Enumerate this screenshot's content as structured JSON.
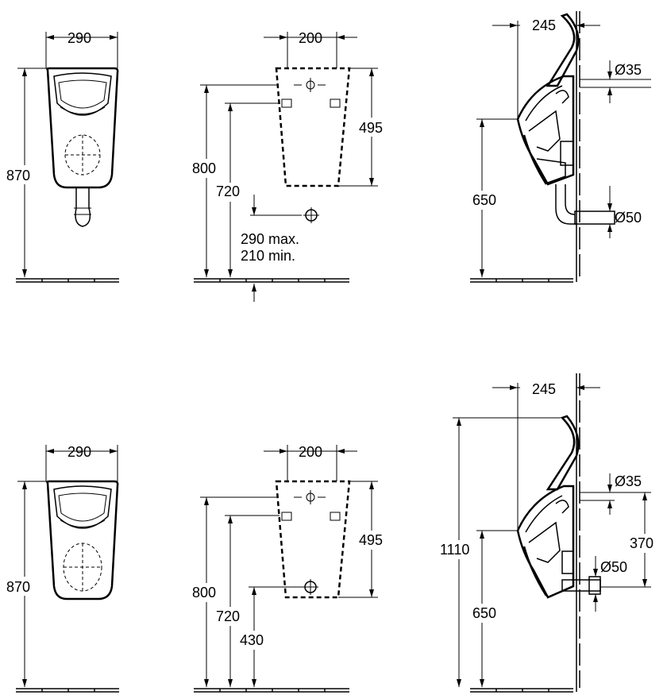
{
  "top": {
    "front": {
      "width": "290",
      "height": "870"
    },
    "rear": {
      "width": "200",
      "outer_height": "800",
      "bracket_height": "720",
      "cistern_height": "495",
      "inlet_max": "290 max.",
      "inlet_min": "210 min."
    },
    "side": {
      "projection": "245",
      "inlet_diameter": "Ø35",
      "rim_height": "650",
      "outlet_diameter": "Ø50"
    }
  },
  "bottom": {
    "front": {
      "width": "290",
      "height": "870"
    },
    "rear": {
      "width": "200",
      "outer_height": "800",
      "bracket_height": "720",
      "cistern_height": "495",
      "outlet_height": "430"
    },
    "side": {
      "projection": "245",
      "inlet_diameter": "Ø35",
      "overall_height": "1110",
      "inlet_to_outlet": "370",
      "outlet_diameter": "Ø50",
      "rim_height": "650"
    }
  }
}
